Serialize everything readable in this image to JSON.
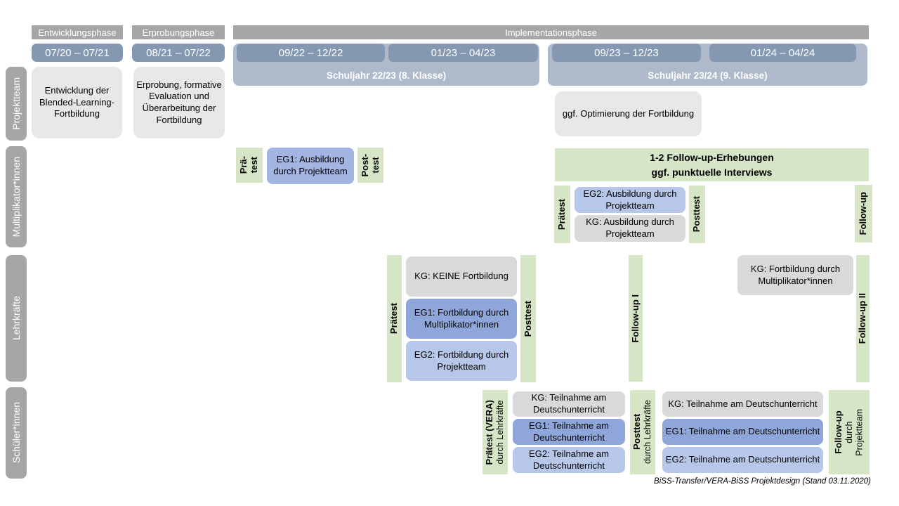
{
  "header": {
    "phases": [
      "Entwicklungsphase",
      "Erprobungsphase",
      "Implementationsphase"
    ],
    "dates": [
      "07/20 – 07/21",
      "08/21 – 07/22",
      "09/22 – 12/22",
      "01/23 – 04/23",
      "09/23 – 12/23",
      "01/24 – 04/24"
    ],
    "school_years": [
      "Schuljahr 22/23 (8. Klasse)",
      "Schuljahr 23/24 (9. Klasse)"
    ]
  },
  "rows": {
    "labels": [
      "Projektteam",
      "Multiplikator*innen",
      "Lehrkräfte",
      "Schüler*innen"
    ]
  },
  "projektteam": {
    "entwicklung": "Entwicklung der Blended-Learning-Fortbildung",
    "erprobung": "Erprobung, formative Evaluation und Überarbeitung der Fortbildung",
    "optimierung": "ggf. Optimierung der Fortbildung"
  },
  "multiplikator": {
    "praetest1_line1": "Prä-",
    "praetest1_line2": "test",
    "eg1": "EG1: Ausbildung durch Projektteam",
    "posttest1_line1": "Post-",
    "posttest1_line2": "test",
    "followup_box_line1": "1-2 Follow-up-Erhebungen",
    "followup_box_line2": "ggf. punktuelle Interviews",
    "praetest2": "Prätest",
    "eg2": "EG2: Ausbildung durch Projektteam",
    "kg": "KG: Ausbildung durch Projektteam",
    "posttest2": "Posttest",
    "followup": "Follow-up"
  },
  "lehrkraefte": {
    "praetest": "Prätest",
    "kg": "KG: KEINE Fortbildung",
    "eg1": "EG1: Fortbildung durch Multiplikator*innen",
    "eg2": "EG2: Fortbildung durch Projektteam",
    "posttest": "Posttest",
    "followup1": "Follow-up I",
    "kg2": "KG: Fortbildung durch Multiplikator*innen",
    "followup2": "Follow-up II"
  },
  "schueler": {
    "praetest_bold": "Prätest (VERA)",
    "praetest_sub": "durch  Lehrkräfte",
    "group1_kg": "KG: Teilnahme am Deutschunterricht",
    "group1_eg1": "EG1: Teilnahme am Deutschunterricht",
    "group1_eg2": "EG2: Teilnahme am Deutschunterricht",
    "posttest_bold": "Posttest",
    "posttest_sub": "durch  Lehrkräfte",
    "group2_kg": "KG: Teilnahme am Deutschunterricht",
    "group2_eg1": "EG1: Teilnahme am Deutschunterricht",
    "group2_eg2": "EG2: Teilnahme am Deutschunterricht",
    "followup_bold": "Follow-up",
    "followup_sub1": "durch",
    "followup_sub2": "Projektteam"
  },
  "caption": "BiSS-Transfer/VERA-BiSS Projektdesign (Stand 03.11.2020)",
  "colors": {
    "phase_gray": "#a6a6a6",
    "date_blue": "#8498b1",
    "band_blue": "#aebacb",
    "light_gray_box": "#e9e8e8",
    "kg_gray": "#d9d9d9",
    "eg1_blue": "#8ea6d9",
    "eg1_ausbildung_blue": "#a5b5e3",
    "eg2_blue": "#b7c7e9",
    "green": "#d6e5c5"
  }
}
